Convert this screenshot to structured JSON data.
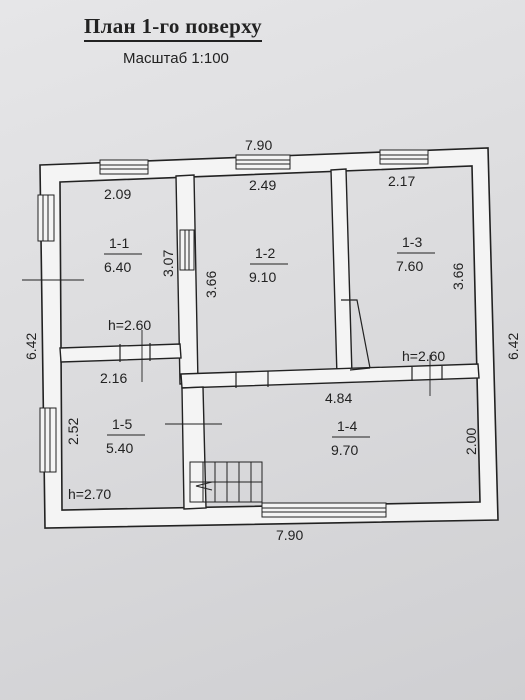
{
  "header": {
    "title": "План 1-го поверху",
    "scale": "Масштаб 1:100"
  },
  "dimensions": {
    "top_width": "7.90",
    "bottom_width": "7.90",
    "left_height": "6.42",
    "right_height": "6.42"
  },
  "rooms": [
    {
      "id": "1-1",
      "area": "6.40",
      "width": "2.09",
      "length": "3.07",
      "height_label": "h=2.60"
    },
    {
      "id": "1-2",
      "area": "9.10",
      "width": "2.49",
      "length": "3.66"
    },
    {
      "id": "1-3",
      "area": "7.60",
      "width": "2.17",
      "length": "3.66",
      "height_label": "h=2.60"
    },
    {
      "id": "1-4",
      "area": "9.70",
      "width": "4.84",
      "length": "2.00"
    },
    {
      "id": "1-5",
      "area": "5.40",
      "width": "2.16",
      "length": "2.52",
      "height_label": "h=2.70"
    }
  ],
  "colors": {
    "ink": "#222222",
    "wall_fill": "#f4f4f4",
    "paper": "#dcdcdc"
  }
}
